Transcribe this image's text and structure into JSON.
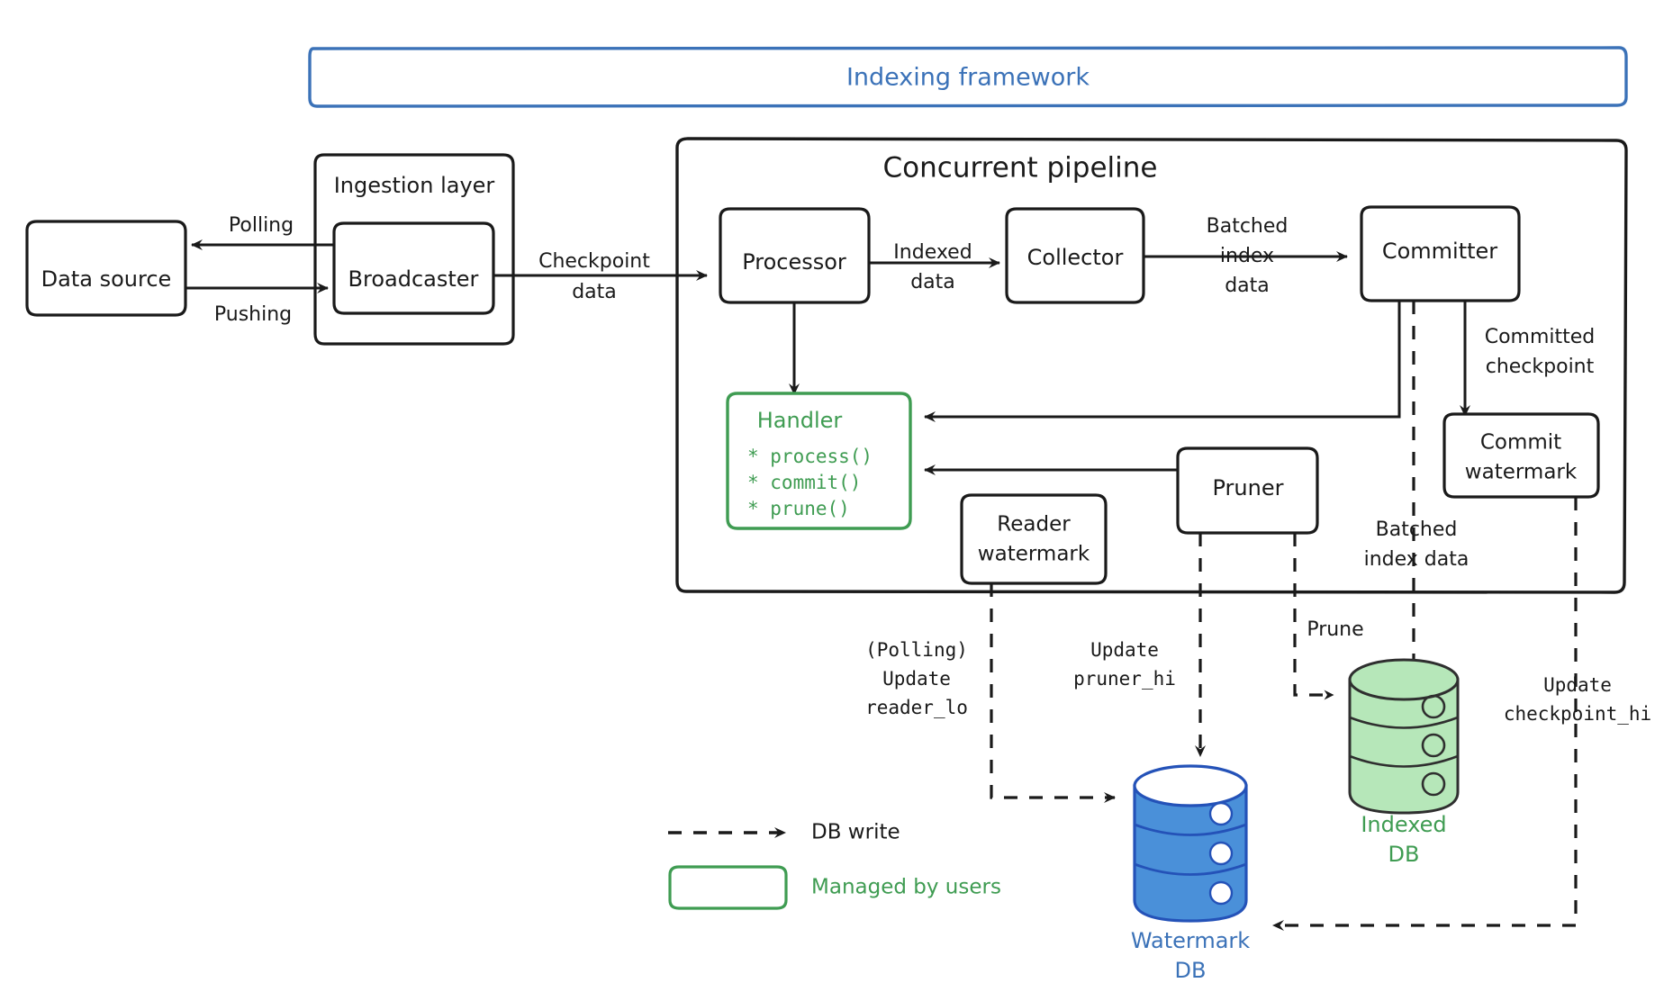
{
  "diagram": {
    "title": "Indexing framework",
    "colors": {
      "blue": "#3b72b8",
      "green": "#3f9c52",
      "black": "#1a1a1a",
      "db_blue_fill": "#4a90d9",
      "db_blue_stroke": "#2452b8",
      "db_green_fill": "#b6e7b9",
      "db_green_stroke": "#2f2f2f"
    },
    "containers": [
      {
        "id": "indexing-framework",
        "label": "Indexing framework",
        "style": "blue"
      },
      {
        "id": "ingestion-layer",
        "label": "Ingestion layer",
        "style": "black"
      },
      {
        "id": "concurrent-pipeline",
        "label": "Concurrent pipeline",
        "style": "black"
      }
    ],
    "nodes": [
      {
        "id": "data-source",
        "label": "Data source"
      },
      {
        "id": "broadcaster",
        "label": "Broadcaster"
      },
      {
        "id": "processor",
        "label": "Processor"
      },
      {
        "id": "collector",
        "label": "Collector"
      },
      {
        "id": "committer",
        "label": "Committer"
      },
      {
        "id": "commit-watermark",
        "label_line1": "Commit",
        "label_line2": "watermark"
      },
      {
        "id": "reader-watermark",
        "label_line1": "Reader",
        "label_line2": "watermark"
      },
      {
        "id": "pruner",
        "label": "Pruner"
      }
    ],
    "handler": {
      "title": "Handler",
      "methods": [
        "* process()",
        "* commit()",
        "* prune()"
      ]
    },
    "databases": [
      {
        "id": "indexed-db",
        "label_line1": "Indexed",
        "label_line2": "DB",
        "color": "green"
      },
      {
        "id": "watermark-db",
        "label_line1": "Watermark",
        "label_line2": "DB",
        "color": "blue"
      }
    ],
    "edge_labels": {
      "polling": "Polling",
      "pushing": "Pushing",
      "checkpoint_data_l1": "Checkpoint",
      "checkpoint_data_l2": "data",
      "indexed_data_l1": "Indexed",
      "indexed_data_l2": "data",
      "batched_index_data_l1": "Batched",
      "batched_index_data_l2": "index",
      "batched_index_data_l3": "data",
      "committed_checkpoint_l1": "Committed",
      "committed_checkpoint_l2": "checkpoint",
      "batched_index_data2_l1": "Batched",
      "batched_index_data2_l2": "index data",
      "prune": "Prune",
      "polling_update_reader_lo_l1": "(Polling)",
      "polling_update_reader_lo_l2": "Update",
      "polling_update_reader_lo_l3": "reader_lo",
      "update_pruner_hi_l1": "Update",
      "update_pruner_hi_l2": "pruner_hi",
      "update_checkpoint_hi_l1": "Update",
      "update_checkpoint_hi_l2": "checkpoint_hi"
    },
    "legend": [
      {
        "id": "db-write",
        "label": "DB write",
        "style": "dashed-arrow"
      },
      {
        "id": "managed-by-users",
        "label": "Managed by users",
        "style": "green-box"
      }
    ]
  }
}
